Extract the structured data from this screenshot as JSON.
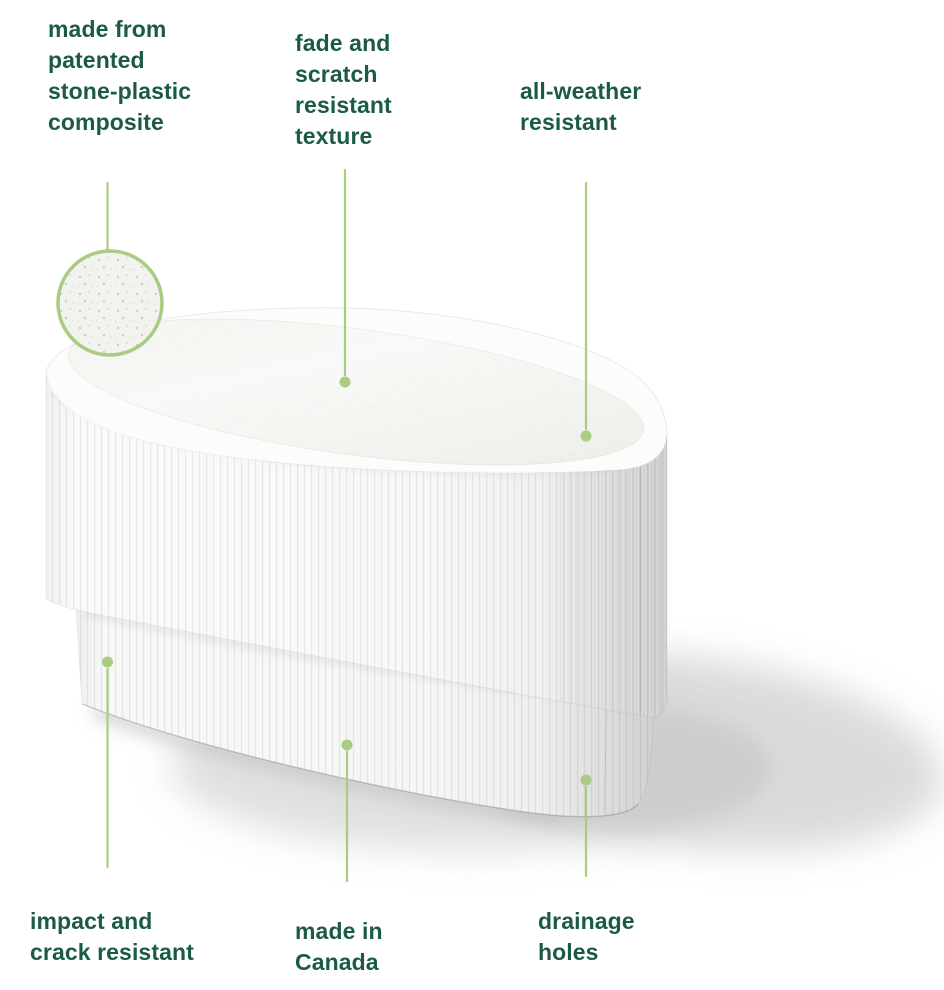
{
  "colors": {
    "background": "#ffffff",
    "label_text": "#1b5a48",
    "connector": "#a9cc82",
    "magnifier_ring": "#a9cc82"
  },
  "scene": {
    "description": "white fluted oval planter with speckled stone texture, detail magnifier circle at upper left, soft gray shadow cast to the lower right"
  },
  "callouts": {
    "top_left": {
      "label": "made from\npatented\nstone-plastic\ncomposite"
    },
    "top_center": {
      "label": "fade and\nscratch\nresistant\ntexture"
    },
    "top_right": {
      "label": "all-weather\nresistant"
    },
    "bottom_left": {
      "label": "impact and\ncrack resistant"
    },
    "bottom_center": {
      "label": "made in\nCanada"
    },
    "bottom_right": {
      "label": "drainage\nholes"
    }
  }
}
